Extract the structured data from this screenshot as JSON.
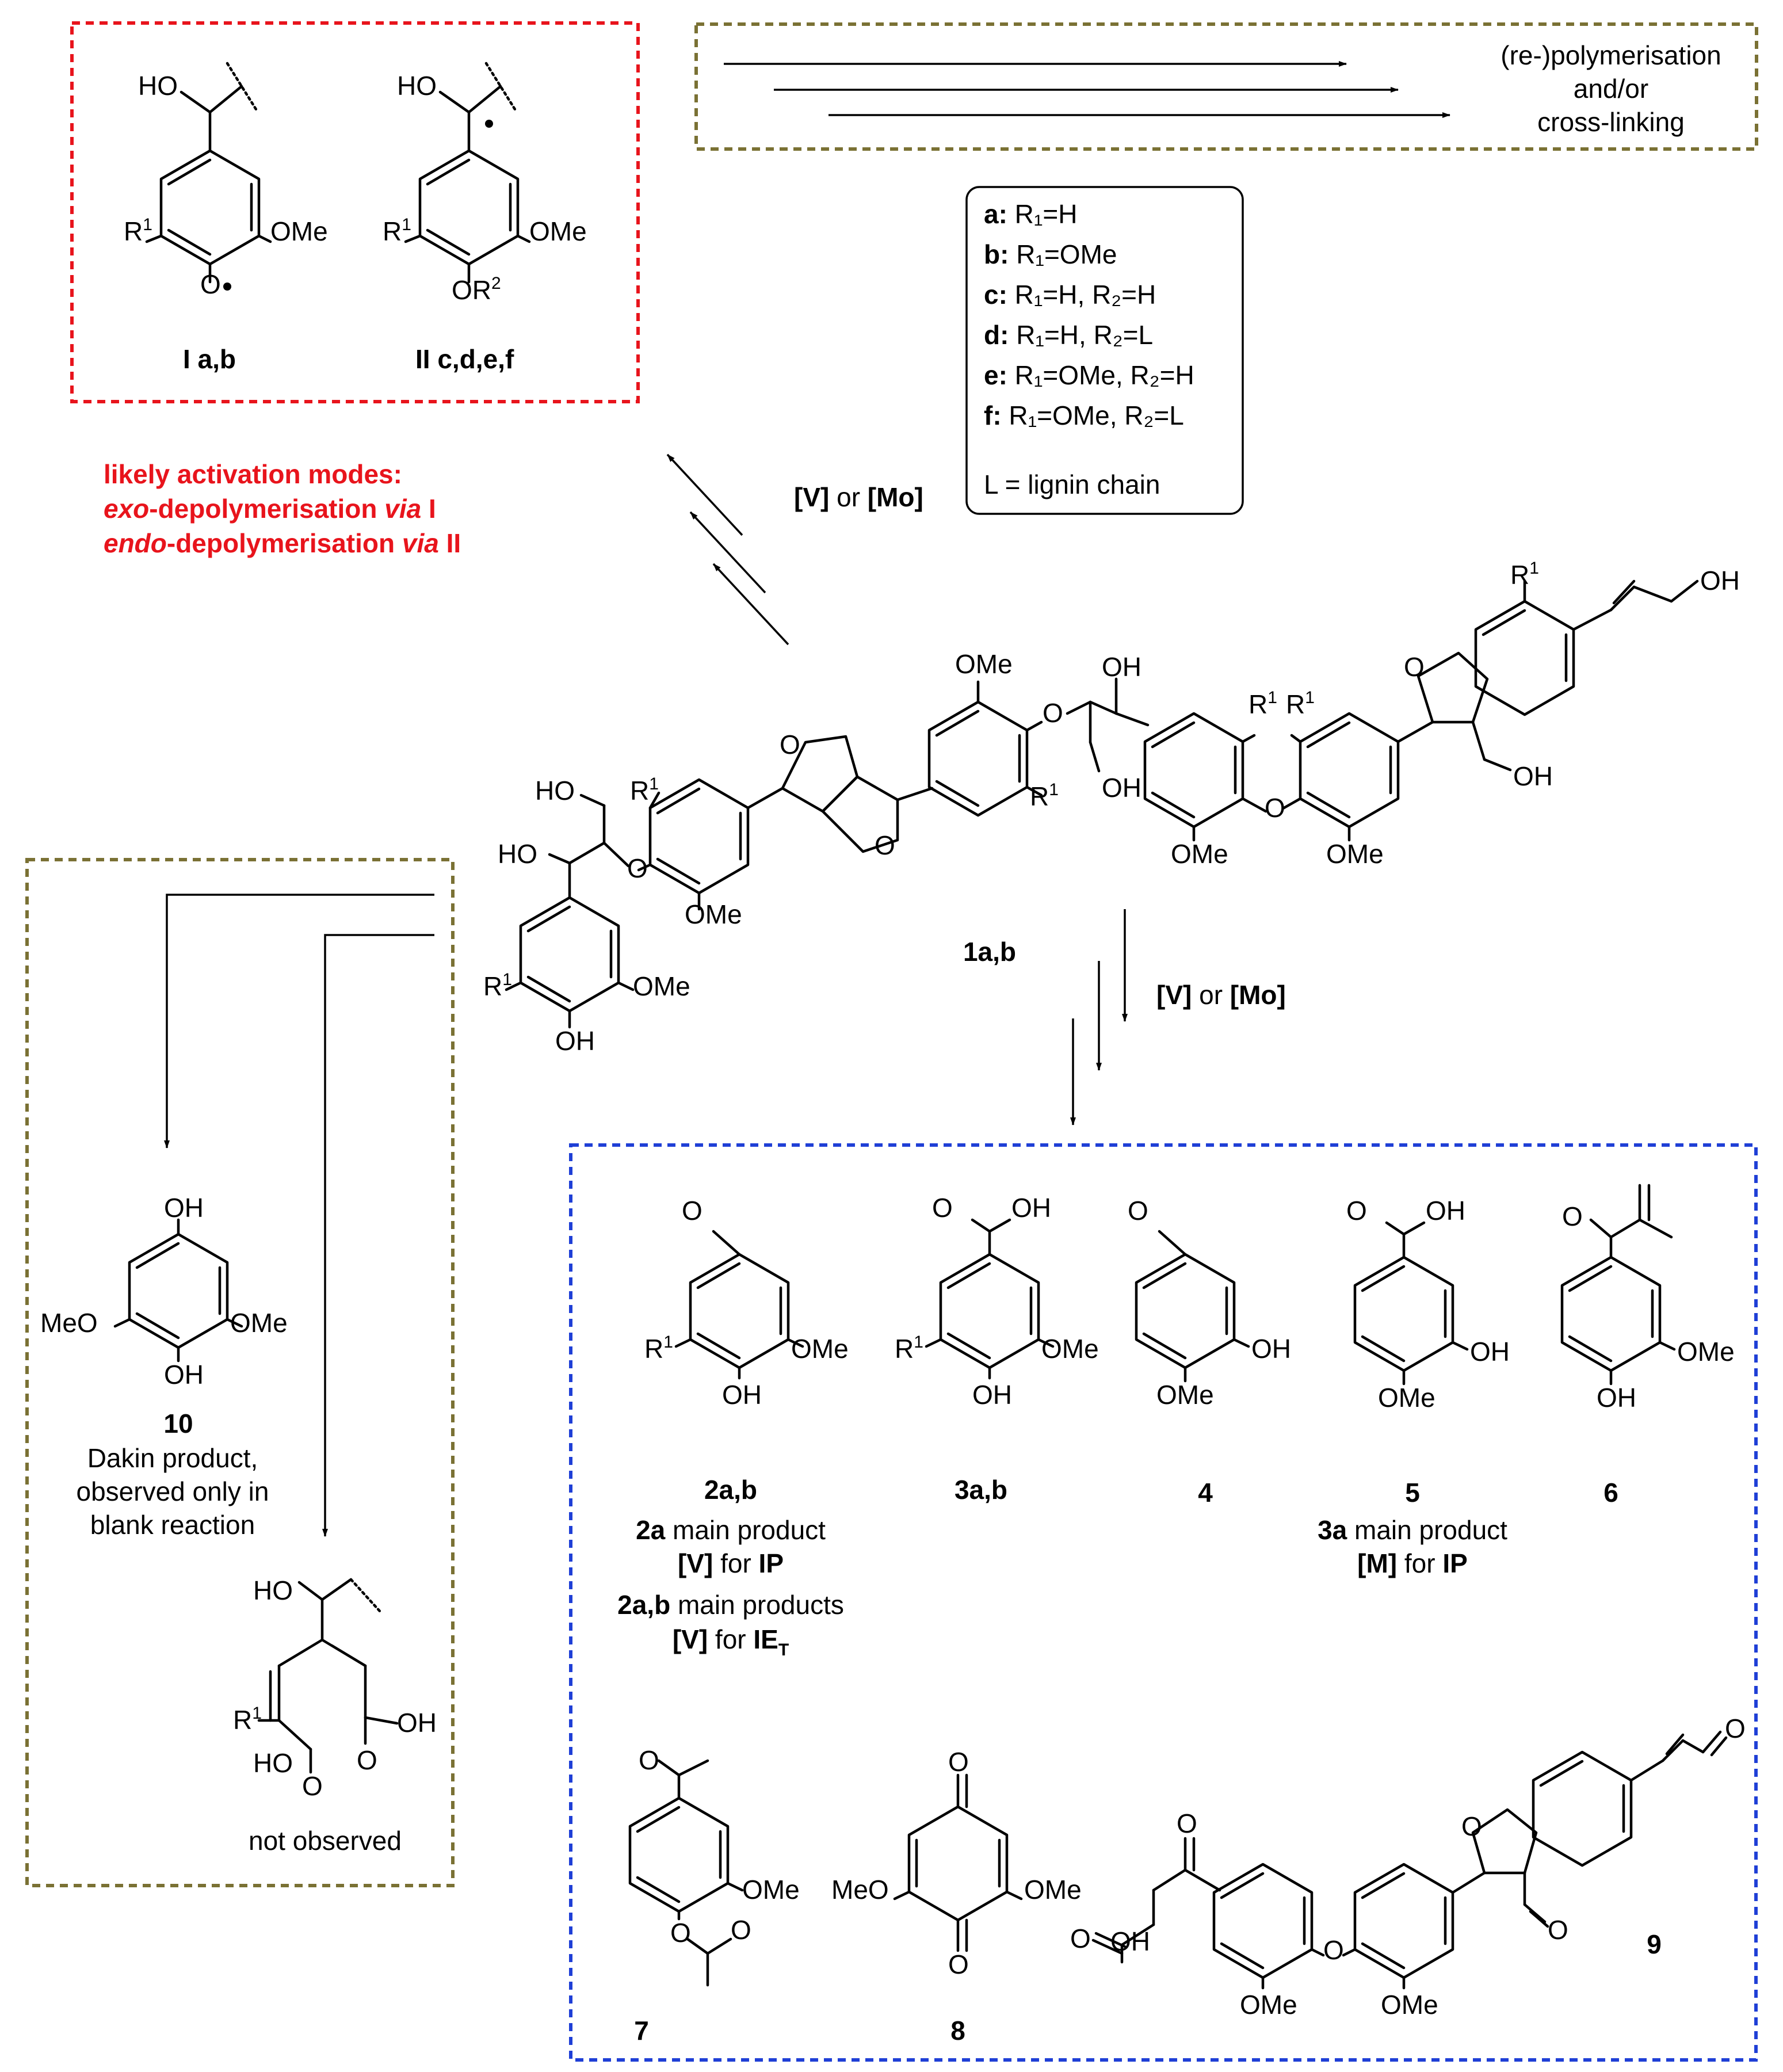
{
  "colors": {
    "red_box": "#e8141c",
    "blue_box": "#1f3fd6",
    "olive_box": "#7a7134",
    "red_text": "#e8141c",
    "ink": "#000000"
  },
  "top_right_box": {
    "line1": "(re-)polymerisation",
    "line2": "and/or",
    "line3": "cross-linking"
  },
  "intermediates": {
    "I": {
      "label_num": "I",
      "label_sub": " a,b",
      "ho": "HO",
      "r1": "R",
      "r1_sup": "1",
      "ome": "OMe",
      "o_radical": "O"
    },
    "II": {
      "label_num": "II",
      "label_sub": " c,d,e,f",
      "ho": "HO",
      "r1": "R",
      "r1_sup": "1",
      "ome": "OMe",
      "or2": "OR",
      "or2_sup": "2"
    }
  },
  "legend": {
    "items": [
      {
        "key": "a:",
        "text": " R₁=H"
      },
      {
        "key": "b:",
        "text": " R₁=OMe"
      },
      {
        "key": "c:",
        "text": " R₁=H, R₂=H"
      },
      {
        "key": "d:",
        "text": " R₁=H, R₂=L"
      },
      {
        "key": "e:",
        "text": " R₁=OMe, R₂=H"
      },
      {
        "key": "f:",
        "text": " R₁=OMe, R₂=L"
      }
    ],
    "footnote": "L = lignin chain"
  },
  "activation": {
    "line1": "likely activation modes:",
    "line2_a": "exo",
    "line2_b": "-depolymerisation ",
    "line2_c": "via",
    "line2_d": " I",
    "line3_a": "endo",
    "line3_b": "-depolymerisation ",
    "line3_c": "via",
    "line3_d": " II"
  },
  "reagent_upper": {
    "v": "[V]",
    "or": " or ",
    "mo": "[Mo]"
  },
  "reagent_lower": {
    "v": "[V]",
    "or": " or ",
    "mo": "[Mo]"
  },
  "lignin": {
    "label": "1a,b",
    "ome": "OMe",
    "oh": "OH",
    "ho": "HO",
    "o": "O",
    "r1": "R",
    "r1_sup": "1"
  },
  "left_box": {
    "compound10": {
      "num": "10",
      "desc1": "Dakin product,",
      "desc2": "observed only in",
      "desc3": "blank reaction",
      "oh": "OH",
      "meo": "MeO",
      "ome": "OMe"
    },
    "not_observed": "not observed",
    "acid": {
      "ho": "HO",
      "oh": "OH",
      "o": "O",
      "r1": "R",
      "r1_sup": "1"
    }
  },
  "products": {
    "p2": {
      "label": "2a,b",
      "n1a": "2a",
      "n1b": " main product",
      "n2a": "[V]",
      "n2b": " for ",
      "n2c": "IP",
      "n3a": "2a,b",
      "n3b": " main products",
      "n4a": "[V]",
      "n4b": " for ",
      "n4c": "IE",
      "n4sub": "T",
      "ome": "OMe",
      "oh": "OH",
      "o": "O",
      "r1": "R",
      "r1_sup": "1"
    },
    "p3": {
      "label": "3a,b",
      "oh": "OH",
      "ome": "OMe",
      "o": "O",
      "r1": "R",
      "r1_sup": "1"
    },
    "p4": {
      "label": "4",
      "oh": "OH",
      "ome": "OMe",
      "o": "O"
    },
    "p5": {
      "label": "5",
      "oh": "OH",
      "ome": "OMe",
      "o": "O",
      "n1a": "3a",
      "n1b": " main product",
      "n2a": "[M]",
      "n2b": " for ",
      "n2c": "IP"
    },
    "p6": {
      "label": "6",
      "oh": "OH",
      "ome": "OMe",
      "o": "O"
    },
    "p7": {
      "label": "7",
      "ome": "OMe",
      "o": "O"
    },
    "p8": {
      "label": "8",
      "meo": "MeO",
      "ome": "OMe",
      "o": "O"
    },
    "p9": {
      "label": "9",
      "oh": "OH",
      "ome": "OMe",
      "o": "O"
    }
  }
}
